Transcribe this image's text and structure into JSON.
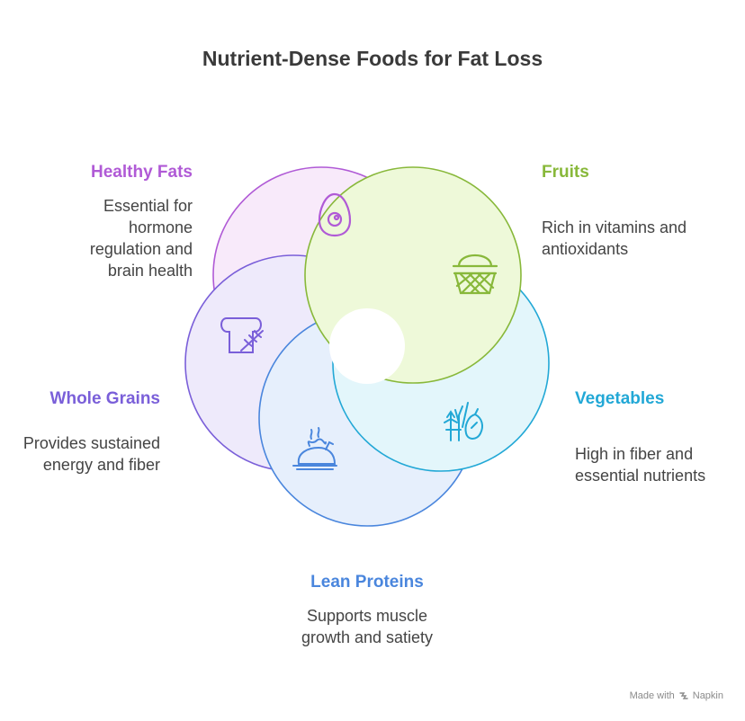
{
  "title": "Nutrient-Dense Foods for Fat Loss",
  "segments": [
    {
      "key": "healthy_fats",
      "label": "Healthy Fats",
      "desc": "Essential for hormone regulation and brain health",
      "color": "#b05ad6",
      "fill": "#f8eafa",
      "icon": "egg-icon"
    },
    {
      "key": "fruits",
      "label": "Fruits",
      "desc": "Rich in vitamins and antioxidants",
      "color": "#88b83a",
      "fill": "#eef9d9",
      "icon": "fruit-basket-icon"
    },
    {
      "key": "vegetables",
      "label": "Vegetables",
      "desc": "High in fiber and essential nutrients",
      "color": "#22a8d6",
      "fill": "#e3f6fb",
      "icon": "vegetables-icon"
    },
    {
      "key": "lean_proteins",
      "label": "Lean Proteins",
      "desc": "Supports muscle growth and satiety",
      "color": "#4a86dd",
      "fill": "#e6effc",
      "icon": "roast-chicken-icon"
    },
    {
      "key": "whole_grains",
      "label": "Whole Grains",
      "desc": "Provides sustained energy and fiber",
      "color": "#7a5fd9",
      "fill": "#eeeafb",
      "icon": "bread-wheat-icon"
    }
  ],
  "footer": {
    "made_with": "Made with",
    "brand": "Napkin"
  }
}
